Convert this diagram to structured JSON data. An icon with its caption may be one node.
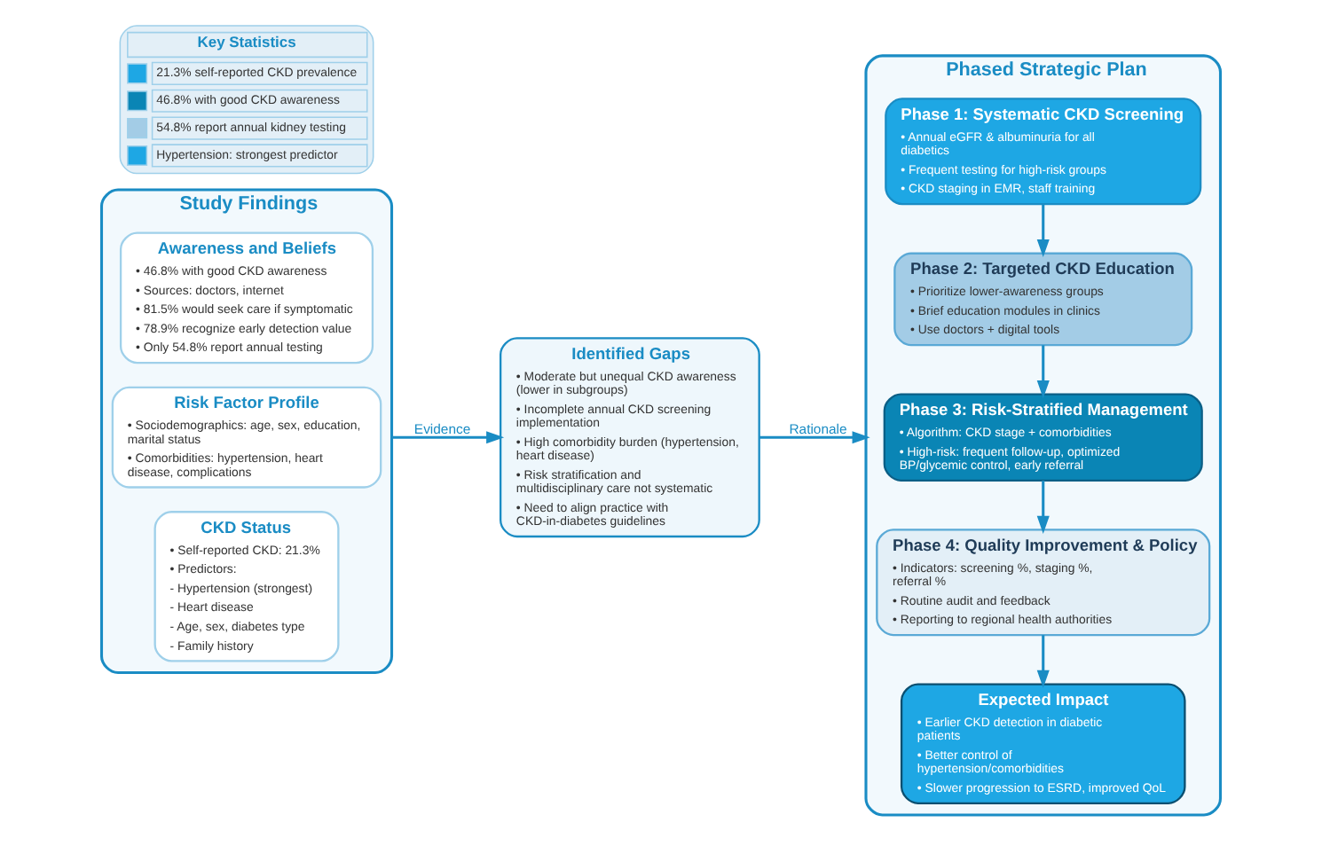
{
  "diagram": {
    "nodes": [
      {
        "text": [
          "Study Findings"
        ]
      },
      {
        "text": [
          "Awareness and Beliefs",
          "• 46.8% with good CKD awareness",
          "• Sources: doctors, internet",
          "• 81.5% would seek care if symptomatic",
          "• 78.9% recognize early detection value",
          "• Only 54.8% report annual testing"
        ],
        "in": 0
      },
      {
        "text": [
          "Risk Factor Profile",
          "• Sociodemographics: age, sex, education, marital status",
          "• Comorbidities: hypertension, heart disease, complications"
        ],
        "in": 0
      },
      {
        "text": [
          "CKD Status",
          "• Self-reported CKD: 21.3%",
          "• Predictors:",
          "- Hypertension (strongest)",
          "- Heart disease",
          "- Age, sex, diabetes type",
          "- Family history"
        ],
        "in": 0
      },
      {
        "text": [
          "Identified Gaps",
          "• Moderate but unequal CKD awareness (lower in subgroups)",
          "• Incomplete annual CKD screening implementation",
          "• High comorbidity burden (hypertension, heart disease)",
          "• Risk stratification and multidisciplinary care not systematic",
          "• Need to align practice with CKD-in-diabetes guidelines"
        ]
      },
      {
        "text": [
          "Phased Strategic Plan"
        ]
      },
      {
        "text": [
          "Phase 1: Systematic CKD Screening",
          "• Annual eGFR & albuminuria for all diabetics",
          "• Frequent testing for high-risk groups",
          "• CKD staging in EMR, staff training"
        ],
        "in": 5
      },
      {
        "text": [
          "Phase 2: Targeted CKD Education",
          "• Prioritize lower-awareness groups",
          "• Brief education modules in clinics",
          "• Use doctors + digital tools"
        ],
        "in": 5
      },
      {
        "text": [
          "Phase 3: Risk-Stratified Management",
          "• Algorithm: CKD stage + comorbidities",
          "• High-risk: frequent follow-up, optimized BP/glycemic control, early referral"
        ],
        "in": 5
      },
      {
        "text": [
          "Phase 4: Quality Improvement & Policy",
          "• Indicators: screening %, staging %, referral %",
          "• Routine audit and feedback",
          "• Reporting to regional health authorities"
        ],
        "in": 5
      },
      {
        "text": [
          "Expected Impact",
          "• Earlier CKD detection in diabetic patients",
          "• Better control of hypertension/comorbidities",
          "• Slower progression to ESRD, improved QoL"
        ],
        "in": 5
      }
    ],
    "edges": [
      {
        "from": 0,
        "to": 4,
        "arrow": "to",
        "label": "Evidence"
      },
      {
        "from": 4,
        "to": 5,
        "arrow": "to",
        "label": "Rationale"
      },
      {
        "from": 6,
        "to": 7,
        "arrow": "to"
      },
      {
        "from": 7,
        "to": 8,
        "arrow": "to"
      },
      {
        "from": 8,
        "to": 9,
        "arrow": "to"
      },
      {
        "from": 9,
        "to": 10,
        "arrow": "to"
      }
    ],
    "labels": [
      "Key Statistics"
    ],
    "legend": [
      {
        "text": "21.3% self-reported CKD prevalence",
        "color": "#1ea7e4"
      },
      {
        "text": "46.8% with good CKD awareness",
        "color": "#0a85b5"
      },
      {
        "text": "54.8% report annual kidney testing",
        "color": "#a3cce6"
      },
      {
        "text": "Hypertension: strongest predictor",
        "color": "#1ea7e4"
      }
    ]
  }
}
